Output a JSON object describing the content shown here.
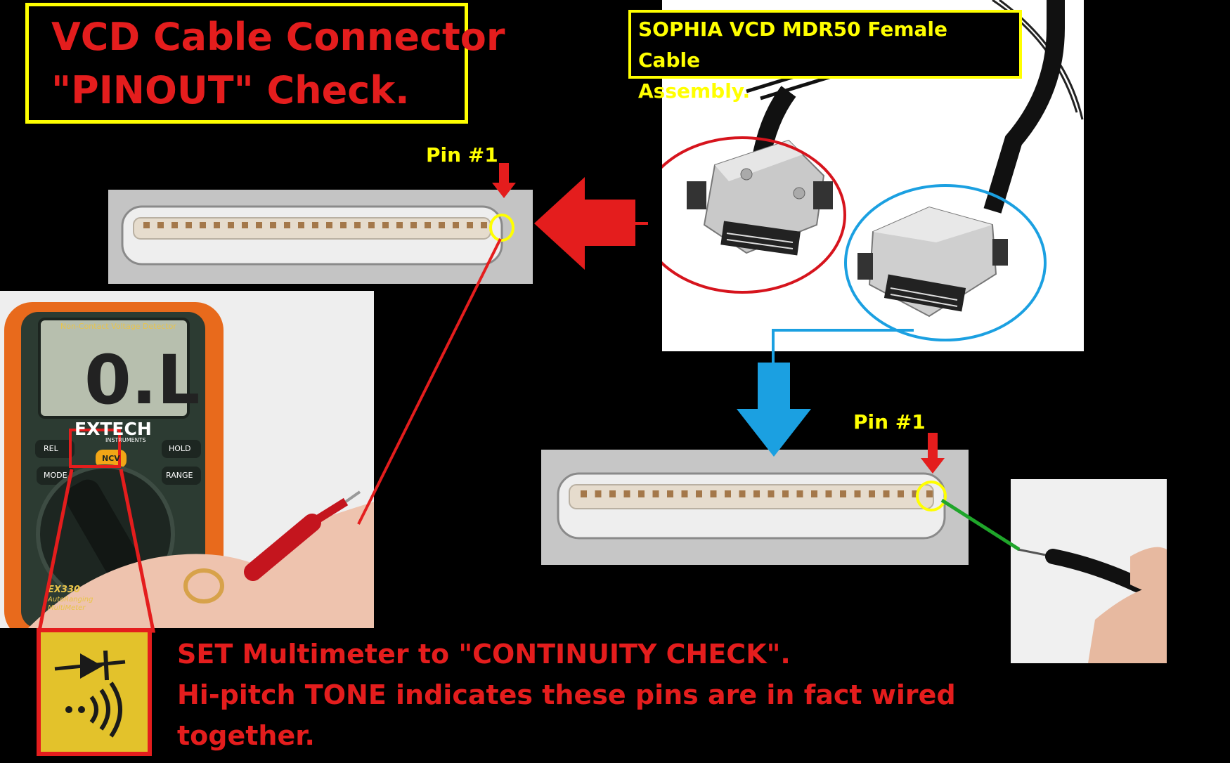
{
  "title": {
    "line1": "VCD Cable Connector",
    "line2": "\"PINOUT\" Check."
  },
  "cable_label": {
    "line1": "SOPHIA VCD MDR50 Female Cable",
    "line2": "Assembly."
  },
  "pin_labels": {
    "top": "Pin #1",
    "bottom": "Pin #1"
  },
  "meter": {
    "display": "0.L",
    "header_text": "Non-Contact Voltage Detector",
    "brand": "EXTECH",
    "brand_sub": "INSTRUMENTS",
    "buttons": [
      "REL",
      "NCV",
      "HOLD",
      "MODE",
      "RANGE"
    ],
    "model": "EX330",
    "model_sub1": "AutoRanging",
    "model_sub2": "MultiMeter"
  },
  "instructions": {
    "line1": "SET Multimeter to \"CONTINUITY CHECK\".",
    "line2": "Hi-pitch TONE indicates these pins are in fact wired",
    "line3": "together."
  },
  "colors": {
    "title_text": "#e41d1d",
    "frame_yellow": "#ffff00",
    "arrow_red": "#e41d1d",
    "arrow_blue": "#1ba0e1",
    "lead_green": "#1fa52a",
    "background": "#000000"
  }
}
